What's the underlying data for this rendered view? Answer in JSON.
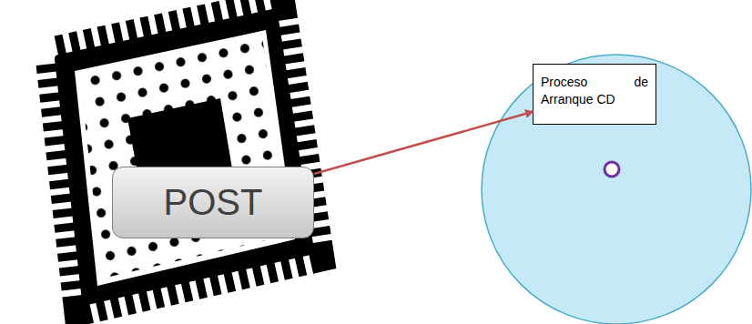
{
  "diagram": {
    "nodes": [
      {
        "text": [
          "POST"
        ]
      },
      {
        "text": [
          "Proceso de Arranque CD"
        ]
      }
    ],
    "edges": [
      {
        "from": 0,
        "to": 1,
        "arrow": "to"
      }
    ]
  }
}
